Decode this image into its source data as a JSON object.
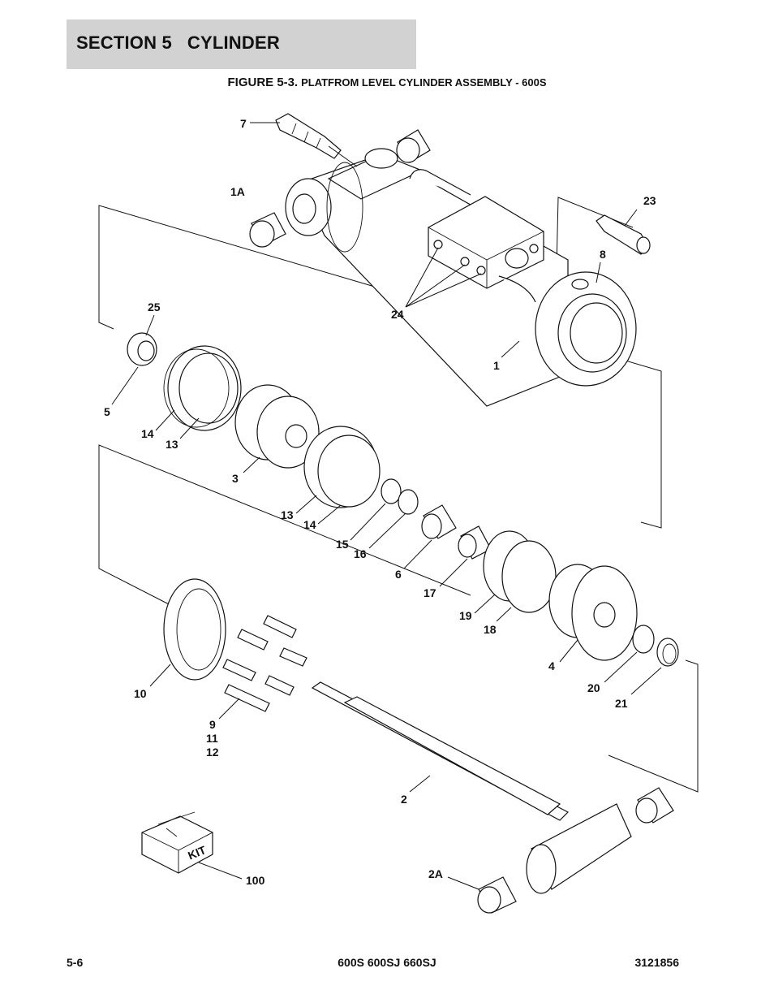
{
  "header": {
    "section_title": "SECTION 5   CYLINDER"
  },
  "figure": {
    "number": "FIGURE 5-3.",
    "title": "PLATFROM LEVEL CYLINDER ASSEMBLY - 600S"
  },
  "callouts": {
    "c7": "7",
    "c1A": "1A",
    "c23": "23",
    "c8": "8",
    "c24": "24",
    "c25": "25",
    "c1": "1",
    "c5": "5",
    "c14a": "14",
    "c13a": "13",
    "c3": "3",
    "c13b": "13",
    "c14b": "14",
    "c15": "15",
    "c16": "16",
    "c6": "6",
    "c17": "17",
    "c19": "19",
    "c18": "18",
    "c4": "4",
    "c20": "20",
    "c21": "21",
    "c10": "10",
    "c9": "9",
    "c11": "11",
    "c12": "12",
    "c2": "2",
    "c2A": "2A",
    "c100": "100"
  },
  "kit_label": "KIT",
  "footer": {
    "page": "5-6",
    "models": "600S 600SJ 660SJ",
    "doc_number": "3121856"
  }
}
